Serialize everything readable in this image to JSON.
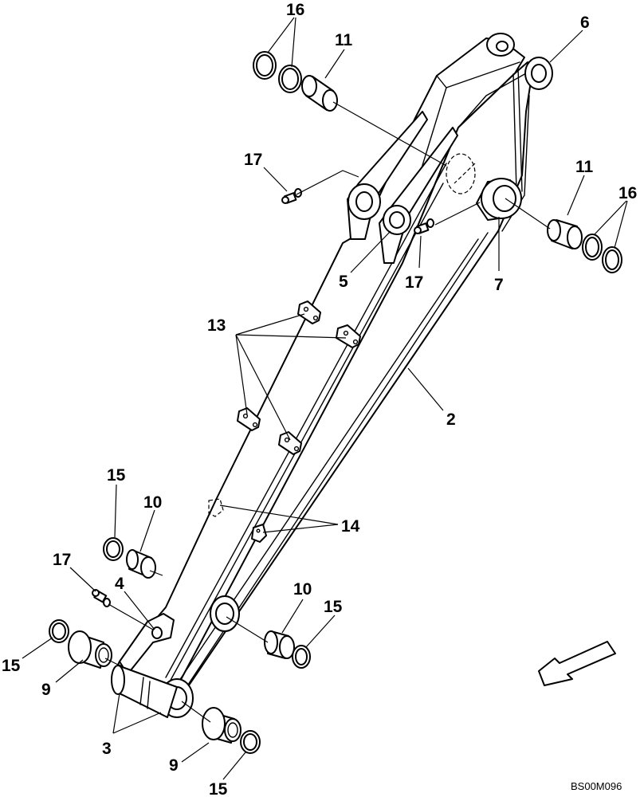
{
  "callouts": {
    "c2": "2",
    "c3": "3",
    "c4": "4",
    "c5": "5",
    "c6": "6",
    "c7": "7",
    "c9": "9",
    "c10": "10",
    "c11": "11",
    "c13": "13",
    "c14": "14",
    "c15": "15",
    "c16": "16",
    "c17": "17"
  },
  "drawing_ref": "BS00M096"
}
